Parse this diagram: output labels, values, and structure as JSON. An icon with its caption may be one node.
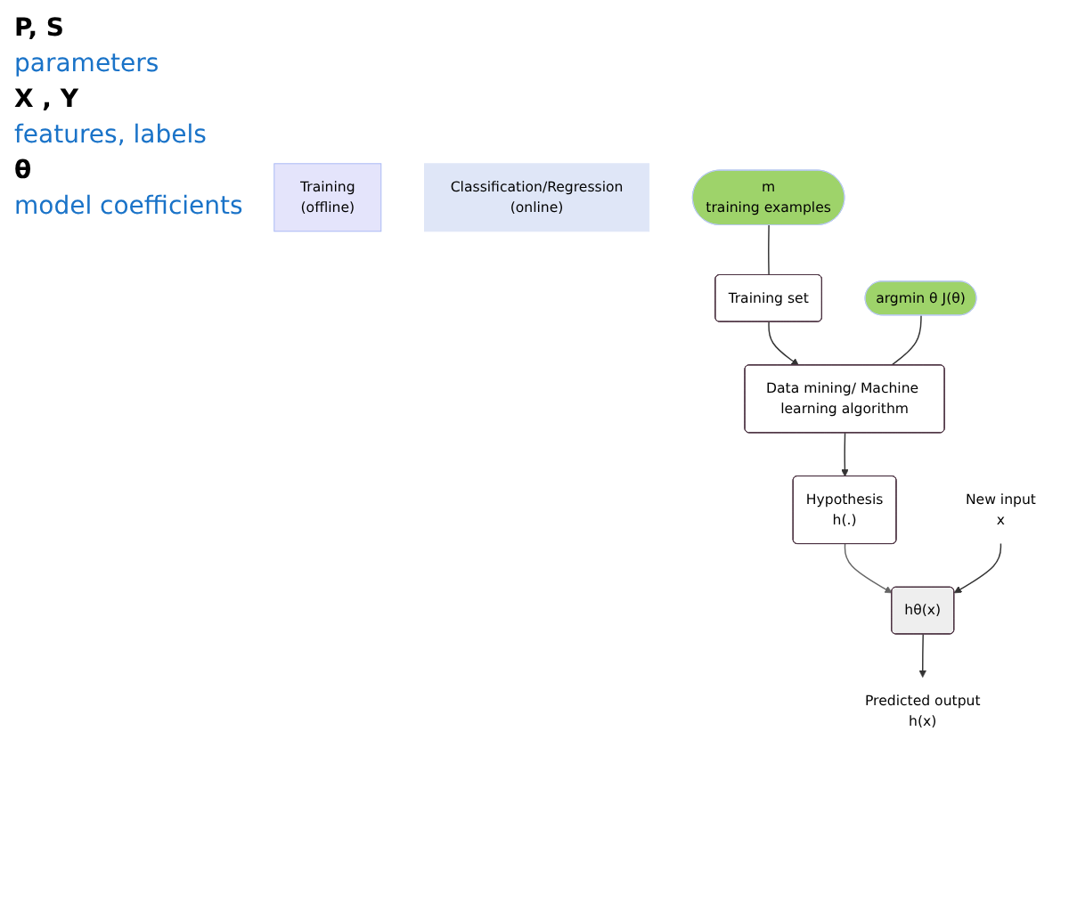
{
  "diagram": {
    "nodes": [
      {
        "text": [
          "Training",
          "(offline)"
        ]
      },
      {
        "text": [
          "Classification/Regression",
          "(online)"
        ]
      },
      {
        "text": [
          "Training set"
        ]
      },
      {
        "text": [
          "m",
          "training examples"
        ]
      },
      {
        "text": [
          "Data mining/ Machine learning algorithm"
        ]
      },
      {
        "text": [
          "argmin θ J(θ)"
        ]
      },
      {
        "text": [
          "Hypothesis",
          "h(.)"
        ]
      },
      {
        "text": [
          "New input",
          "x"
        ]
      },
      {
        "text": [
          "hθ(x)"
        ]
      },
      {
        "text": [
          "Predicted output",
          "h(x)"
        ]
      }
    ],
    "edges": [
      {
        "from": 2,
        "to": 4,
        "arrow": "to"
      },
      {
        "from": 4,
        "to": 6,
        "arrow": "to"
      },
      {
        "from": 6,
        "to": 8,
        "arrow": "to",
        "color": "#666666"
      },
      {
        "from": 7,
        "to": 8,
        "arrow": "to"
      },
      {
        "from": 8,
        "to": 9,
        "arrow": "to"
      },
      {
        "from": 3,
        "to": 2,
        "arrow": "none"
      },
      {
        "from": 5,
        "to": 4,
        "arrow": "none"
      }
    ],
    "labels": [
      "P, S",
      "parameters",
      "X , Y",
      "features, labels",
      "θ",
      "model coefficients"
    ]
  }
}
